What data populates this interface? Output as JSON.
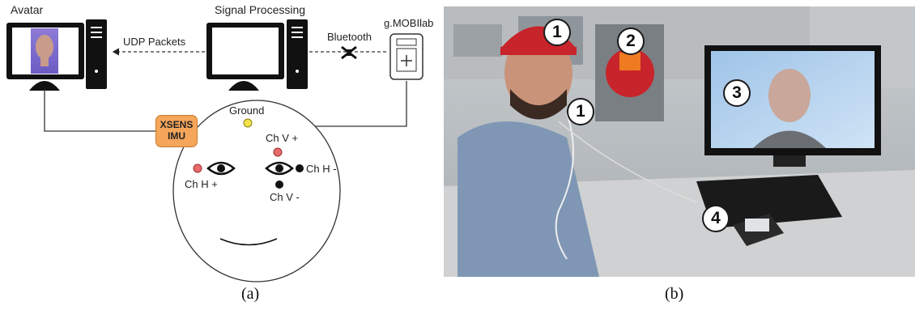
{
  "panel_a": {
    "avatar_title": "Avatar",
    "signal_processing_title": "Signal Processing",
    "gmobilab_title": "g.MOBIlab",
    "udp_label": "UDP Packets",
    "bluetooth_label": "Bluetooth",
    "xsens_label": "XSENS\nIMU",
    "ground_label": "Ground",
    "ch_v_plus": "Ch V +",
    "ch_v_minus": "Ch V -",
    "ch_h_plus": "Ch H +",
    "ch_h_minus": "Ch H -",
    "caption": "(a)",
    "colors": {
      "ground_electrode": "#f2e14a",
      "positive_electrode": "#e86a6a",
      "negative_electrode": "#111111",
      "xsens_box": "#f5a65b"
    }
  },
  "panel_b": {
    "badges": [
      "1",
      "2",
      "1",
      "3",
      "4"
    ],
    "caption": "(b)"
  }
}
